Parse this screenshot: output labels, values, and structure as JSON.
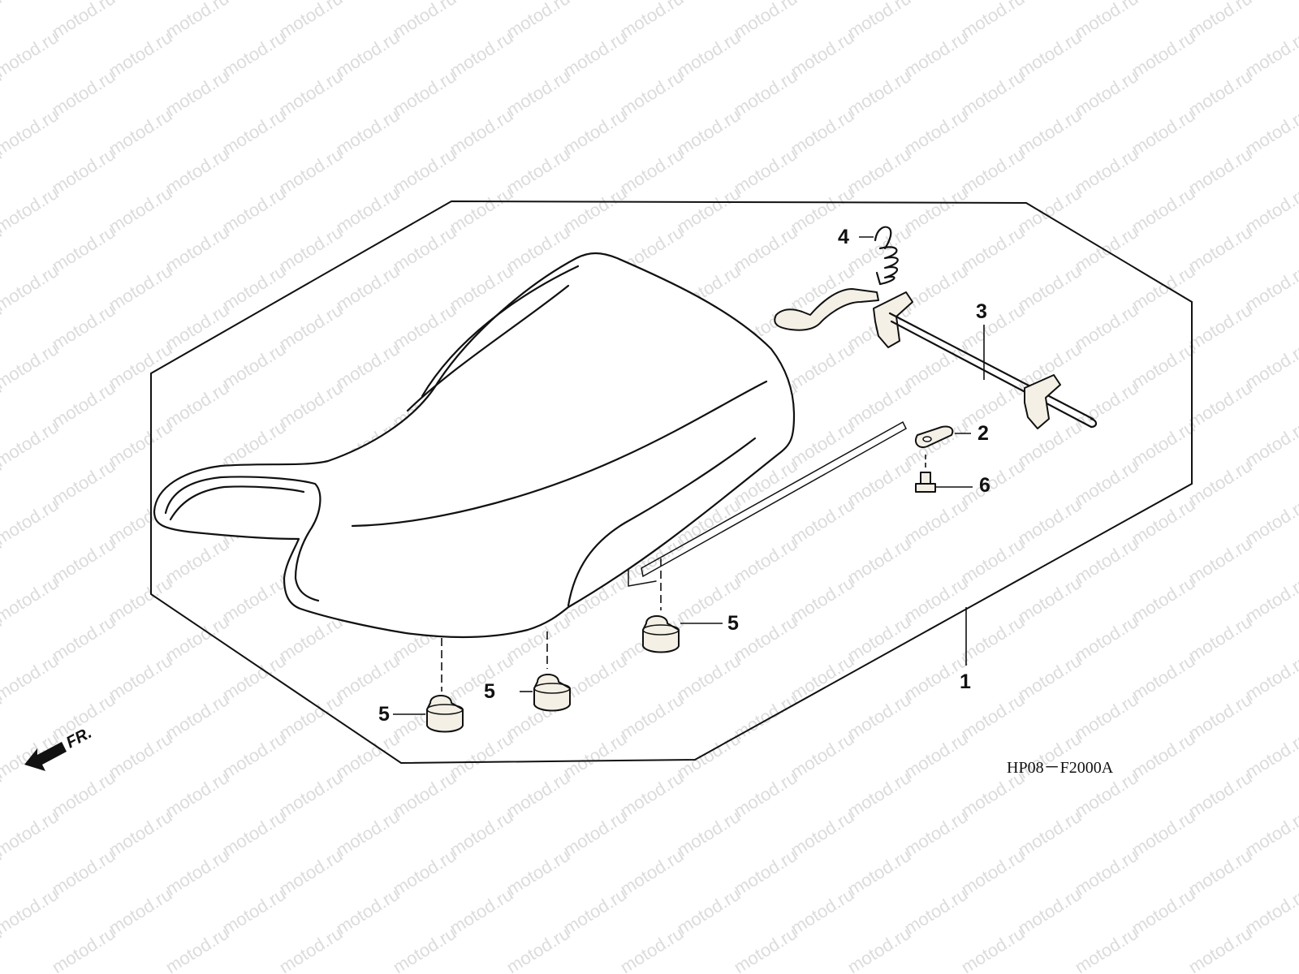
{
  "watermark": "motod.ru",
  "diagram_code": "HP08－F2000A",
  "front_indicator": "FR.",
  "callouts": {
    "seat": "1",
    "plate": "2",
    "seat_lock": "3",
    "spring": "4",
    "cushion_a": "5",
    "cushion_b": "5",
    "cushion_c": "5",
    "bolt": "6"
  }
}
